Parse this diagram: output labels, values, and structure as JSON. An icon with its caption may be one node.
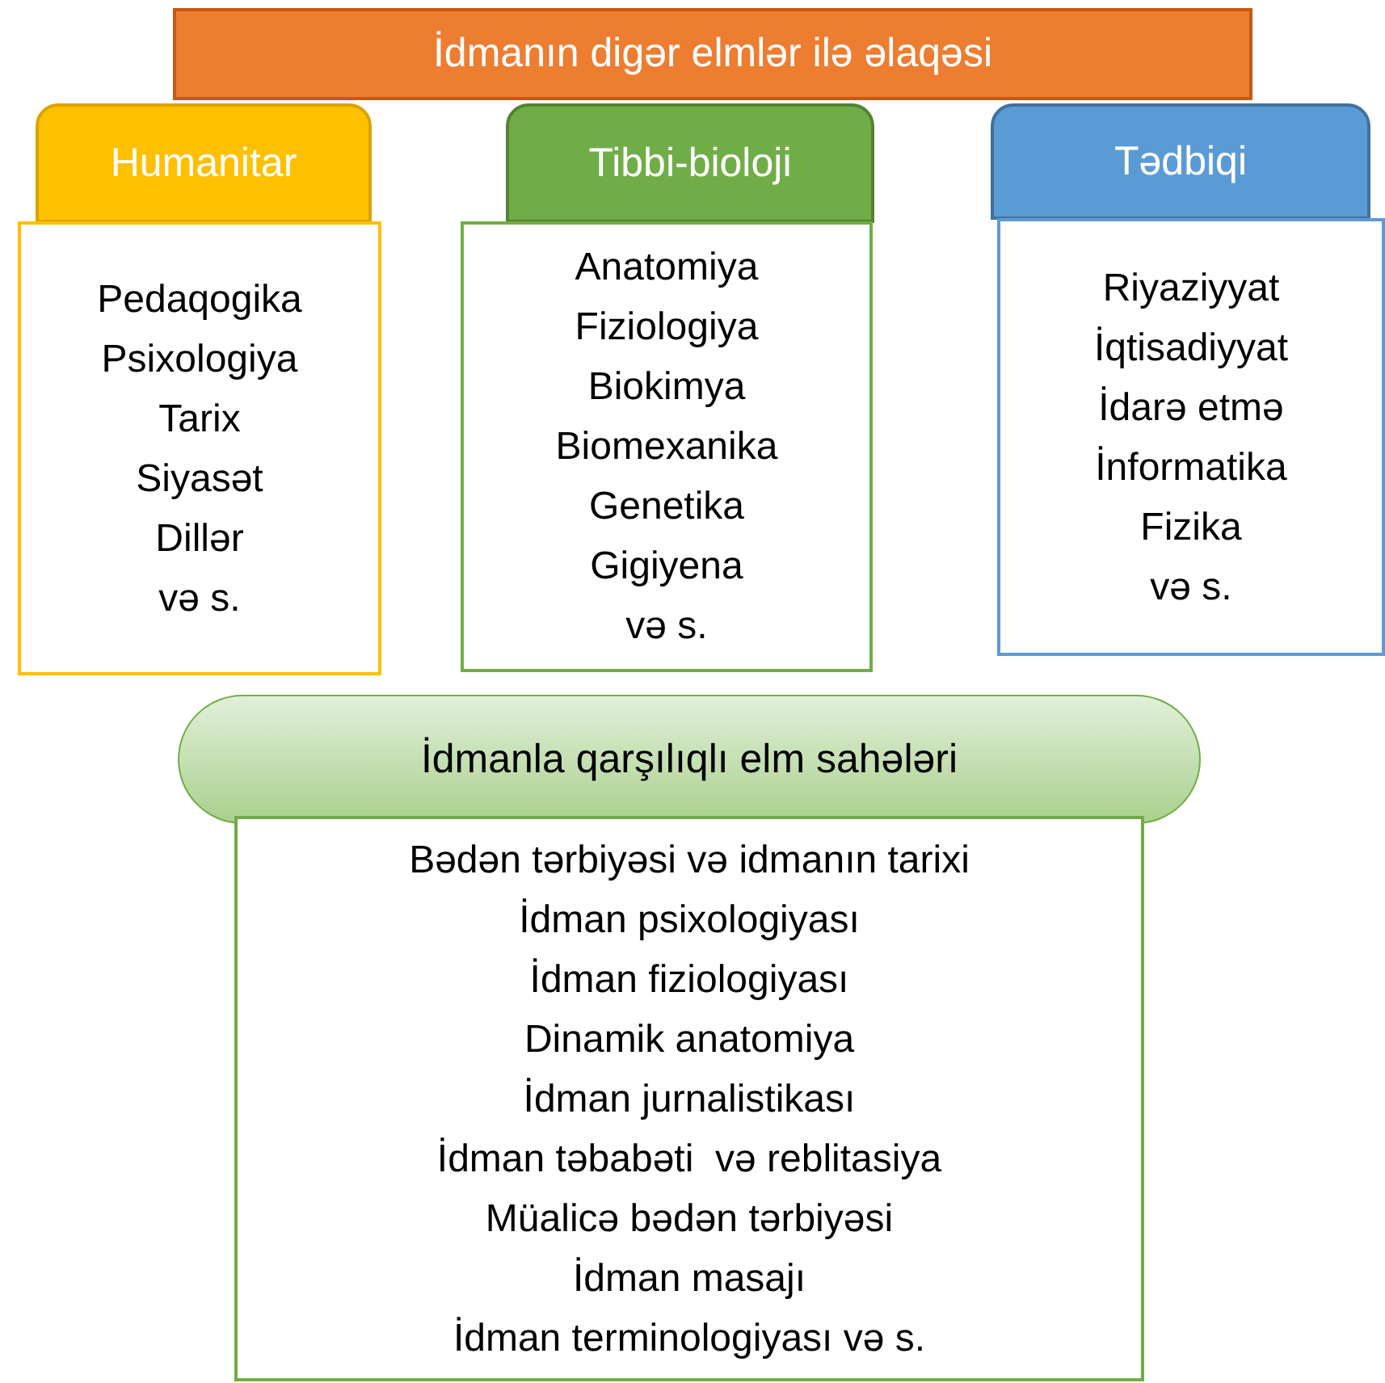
{
  "diagram": {
    "title": "İdmanın digər elmlər ilə əlaqəsi",
    "nodes": [
      {
        "text": [
          "Humanitar"
        ]
      },
      {
        "text": [
          "Pedaqogika",
          "Psixologiya",
          "Tarix",
          "Siyasət",
          "Dillər",
          "və s."
        ]
      },
      {
        "text": [
          "Tibbi-bioloji"
        ]
      },
      {
        "text": [
          "Anatomiya",
          "Fiziologiya",
          "Biokimya",
          "Biomexanika",
          "Genetika",
          "Gigiyena",
          "və s."
        ]
      },
      {
        "text": [
          "Tədbiqi"
        ]
      },
      {
        "text": [
          "Riyaziyyat",
          "İqtisadiyyat",
          "İdarə etmə",
          "İnformatika",
          "Fizika",
          "və s."
        ]
      },
      {
        "text": [
          "İdmanla qarşılıqlı elm sahələri"
        ]
      },
      {
        "text": [
          "Bədən tərbiyəsi və idmanın tarixi",
          "İdman psixologiyası",
          "İdman fiziologiyası",
          "Dinamik anatomiya",
          "İdman jurnalistikası",
          "İdman təbabəti  və reblitasiya",
          "Müalicə bədən tərbiyəsi",
          "İdman masajı",
          "İdman terminologiyası və s."
        ]
      }
    ]
  }
}
